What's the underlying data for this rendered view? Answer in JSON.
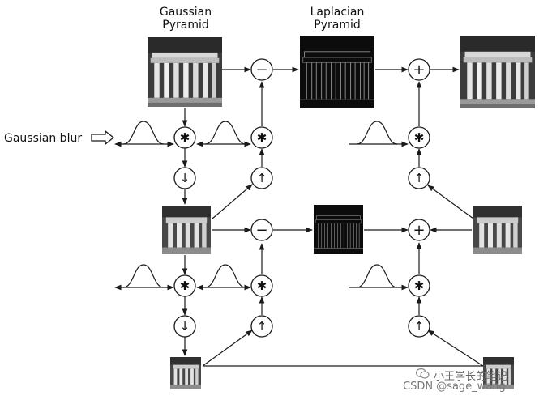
{
  "labels": {
    "gaussian_pyramid": [
      "Gaussian",
      "Pyramid"
    ],
    "laplacian_pyramid": [
      "Laplacian",
      "Pyramid"
    ],
    "gaussian_blur": "Gaussian blur"
  },
  "operators": {
    "subtract": "−",
    "add": "+",
    "convolve": "✱",
    "downsample": "↓",
    "upsample": "↑"
  },
  "watermark": {
    "line1": "小王学长的笔记",
    "line2": "CSDN @sage_wang"
  },
  "colors": {
    "stroke": "#1a1a1a",
    "background": "#ffffff"
  }
}
